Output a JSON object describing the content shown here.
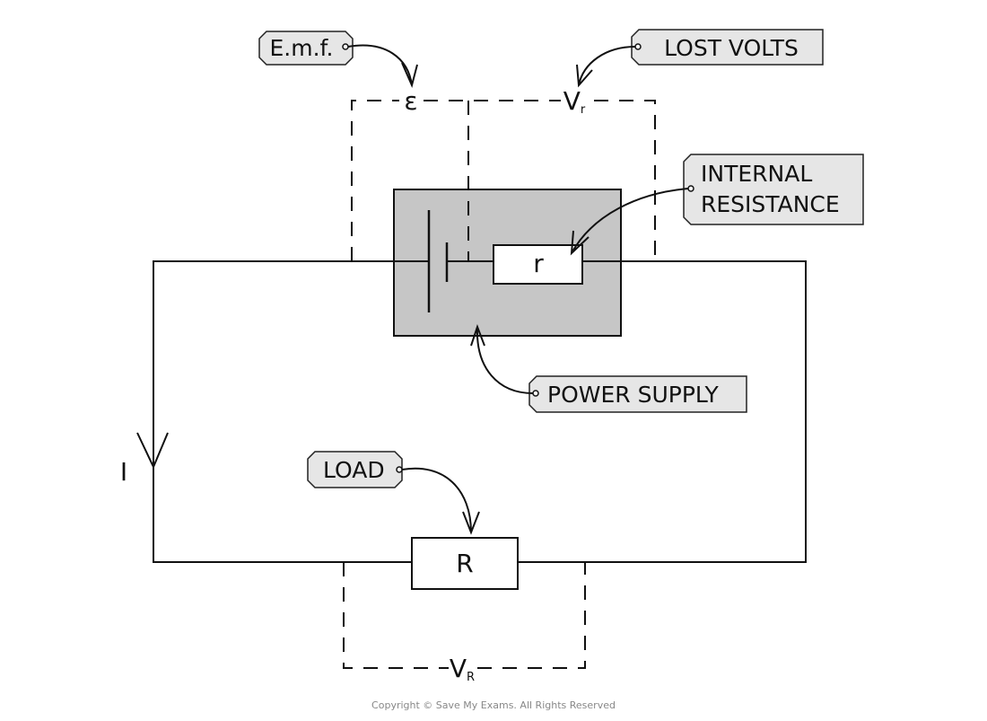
{
  "labels": {
    "emf": "E.m.f.",
    "lost_volts": "LOST VOLTS",
    "internal_resistance_line1": "INTERNAL",
    "internal_resistance_line2": "RESISTANCE",
    "power_supply": "POWER SUPPLY",
    "load": "LOAD"
  },
  "symbols": {
    "emf": "ε",
    "lost_volts": "V",
    "lost_volts_sub": "r",
    "internal_resistor": "r",
    "load_resistor": "R",
    "load_voltage": "V",
    "load_voltage_sub": "R",
    "current": "I"
  },
  "copyright": "Copyright © Save My Exams. All Rights Reserved",
  "colors": {
    "power_supply_fill": "#c6c6c6",
    "tag_fill": "#e6e6e6"
  }
}
